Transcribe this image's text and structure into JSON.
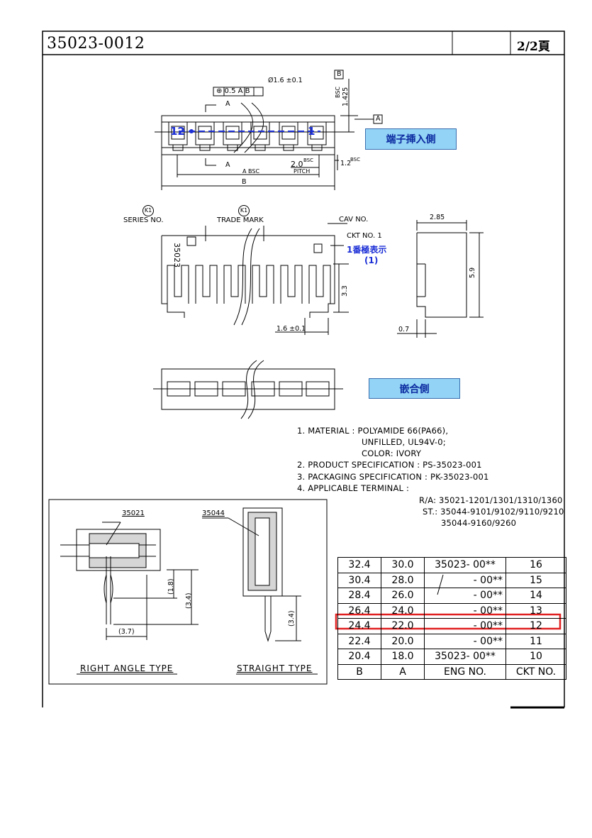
{
  "header": {
    "part_number": "35023-0012",
    "page": "2/2頁"
  },
  "top_view": {
    "pin_right": "1",
    "pin_left": "12",
    "tol_position": "⊕ 0.5 A B",
    "hole_dia": "Ø1.6 ±0.1",
    "datum_b": "B",
    "datum_a": "A",
    "dim_1425": "1.425",
    "bsc": "BSC",
    "section_a": "A",
    "pitch_val": "2.0",
    "pitch_word": "PITCH",
    "dim_12": "1.2",
    "dim_a_bsc": "A BSC",
    "dim_b": "B",
    "tag": "端子挿入側"
  },
  "front_view": {
    "k1_series": "K1",
    "series_label": "SERIES NO.",
    "k1_trade": "K1",
    "trade_label": "TRADE MARK",
    "cav_label": "CAV NO.",
    "ckt_label": "CKT NO. 1",
    "pin1_note": "1番極表示",
    "pin1_paren": "(1)",
    "engraving": "35023",
    "dim_33": "3.3",
    "dim_16": "1.6 ±0.1"
  },
  "side_view": {
    "dim_285": "2.85",
    "dim_59": "5.9",
    "dim_07": "0.7"
  },
  "mating": {
    "tag": "嵌合側"
  },
  "notes": [
    "1. MATERIAL : POLYAMIDE 66(PA66),",
    "UNFILLED, UL94V-0;",
    "COLOR: IVORY",
    "2. PRODUCT SPECIFICATION : PS-35023-001",
    "3. PACKAGING SPECIFICATION : PK-35023-001",
    "4. APPLICABLE TERMINAL :",
    "R/A: 35021-1201/1301/1310/1360",
    "ST.: 35044-9101/9102/9110/9210",
    "35044-9160/9260"
  ],
  "mount_box": {
    "ra_part": "35021",
    "st_part": "35044",
    "ra_dim_18": "(1.8)",
    "ra_dim_34": "(3.4)",
    "ra_dim_37": "(3.7)",
    "st_dim_34": "(3.4)",
    "ra_type": "RIGHT ANGLE TYPE",
    "st_type": "STRAIGHT TYPE"
  },
  "table": {
    "rows": [
      [
        "32.4",
        "30.0",
        "35023- 00**",
        "16"
      ],
      [
        "30.4",
        "28.0",
        "- 00**",
        "15"
      ],
      [
        "28.4",
        "26.0",
        "- 00**",
        "14"
      ],
      [
        "26.4",
        "24.0",
        "- 00**",
        "13"
      ],
      [
        "24.4",
        "22.0",
        "- 00**",
        "12"
      ],
      [
        "22.4",
        "20.0",
        "- 00**",
        "11"
      ],
      [
        "20.4",
        "18.0",
        "35023- 00**",
        "10"
      ]
    ],
    "headers": [
      "B",
      "A",
      "ENG NO.",
      "CKT NO."
    ],
    "highlight_color": "#e02020"
  }
}
